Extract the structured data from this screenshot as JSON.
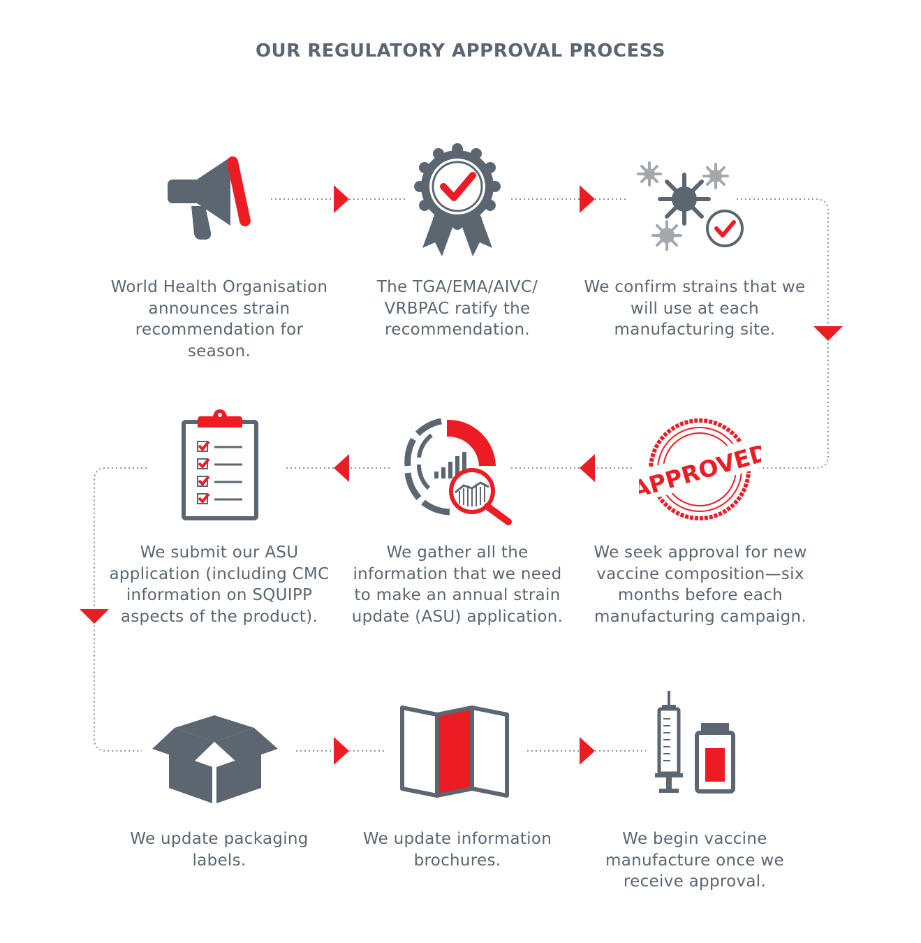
{
  "title": "OUR REGULATORY APPROVAL PROCESS",
  "colors": {
    "gray": "#5b6670",
    "red": "#ec1c24",
    "light_gray": "#a3a8ad"
  },
  "steps": [
    {
      "icon": "megaphone-icon",
      "text": "World Health Organisation announces strain recommendation for season."
    },
    {
      "icon": "award-ribbon-check-icon",
      "text": "The TGA/EMA/AIVC/ VRBPAC ratify the recommendation."
    },
    {
      "icon": "virus-strain-check-icon",
      "text": "We confirm strains that we will use at each manufacturing site."
    },
    {
      "icon": "approved-stamp-icon",
      "text": "We seek approval for new vaccine composition—six months before each manufacturing campaign.",
      "stamp_text": "APPROVED"
    },
    {
      "icon": "data-analysis-magnifier-icon",
      "text": "We gather all the information that we need to make an annual strain update (ASU) application."
    },
    {
      "icon": "clipboard-checklist-icon",
      "text": "We submit our ASU application (including CMC information on SQUIPP aspects of the product)."
    },
    {
      "icon": "open-box-icon",
      "text": "We update packaging labels."
    },
    {
      "icon": "folded-brochure-icon",
      "text": "We update information brochures."
    },
    {
      "icon": "syringe-vial-icon",
      "text": "We begin vaccine manufacture once we receive approval."
    }
  ]
}
